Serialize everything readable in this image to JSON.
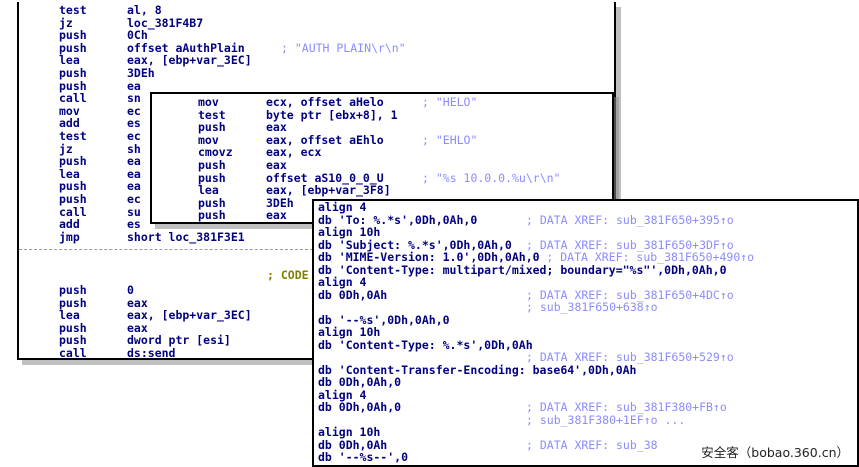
{
  "left_window": {
    "lines": [
      {
        "mnemonic": "test",
        "operand": "al, 8"
      },
      {
        "mnemonic": "jz",
        "operand": "loc_381F4B7"
      },
      {
        "mnemonic": "push",
        "operand": "0Ch"
      },
      {
        "mnemonic": "push",
        "operand": "offset aAuthPlain",
        "comment": "; \"AUTH PLAIN\\r\\n\""
      },
      {
        "mnemonic": "lea",
        "operand": "eax, [ebp+var_3EC]"
      },
      {
        "mnemonic": "push",
        "operand": "3DEh"
      },
      {
        "mnemonic": "push",
        "operand": "ea"
      },
      {
        "mnemonic": "call",
        "operand": "sn"
      },
      {
        "mnemonic": "mov",
        "operand": "ec"
      },
      {
        "mnemonic": "add",
        "operand": "es"
      },
      {
        "mnemonic": "test",
        "operand": "ec"
      },
      {
        "mnemonic": "jz",
        "operand": "sh"
      },
      {
        "mnemonic": "push",
        "operand": "ea"
      },
      {
        "mnemonic": "lea",
        "operand": "ea"
      },
      {
        "mnemonic": "push",
        "operand": "ea"
      },
      {
        "mnemonic": "push",
        "operand": "ec"
      },
      {
        "mnemonic": "call",
        "operand": "su"
      },
      {
        "mnemonic": "add",
        "operand": "es"
      },
      {
        "mnemonic": "jmp",
        "operand": "short loc_381F3E1"
      }
    ],
    "code_label": "; CODE",
    "bottom_lines": [
      {
        "mnemonic": "push",
        "operand": "0"
      },
      {
        "mnemonic": "push",
        "operand": "eax"
      },
      {
        "mnemonic": "lea",
        "operand": "eax, [ebp+var_3EC]"
      },
      {
        "mnemonic": "push",
        "operand": "eax"
      },
      {
        "mnemonic": "push",
        "operand": "dword ptr [esi]"
      },
      {
        "mnemonic": "call",
        "operand": "ds:send"
      }
    ]
  },
  "middle_window": {
    "lines": [
      {
        "mnemonic": "mov",
        "operand": "ecx, offset aHelo",
        "comment": "; \"HELO\""
      },
      {
        "mnemonic": "test",
        "operand": "byte ptr [ebx+8], 1"
      },
      {
        "mnemonic": "push",
        "operand": "eax"
      },
      {
        "mnemonic": "mov",
        "operand": "eax, offset aEhlo",
        "comment": "; \"EHLO\""
      },
      {
        "mnemonic": "cmovz",
        "operand": "eax, ecx"
      },
      {
        "mnemonic": "push",
        "operand": "eax"
      },
      {
        "mnemonic": "push",
        "operand": "offset aS10_0_0_U",
        "comment": "; \"%s 10.0.0.%u\\r\\n\""
      },
      {
        "mnemonic": "lea",
        "operand": "eax, [ebp+var_3F8]"
      },
      {
        "mnemonic": "push",
        "operand": "3DEh"
      },
      {
        "mnemonic": "push",
        "operand": "eax"
      }
    ]
  },
  "right_window": {
    "lines": [
      {
        "code": "align 4"
      },
      {
        "code": "db 'To: %.*s',0Dh,0Ah,0",
        "comment": "; DATA XREF: sub_381F650+395↑o"
      },
      {
        "code": "align 10h"
      },
      {
        "code": "db 'Subject: %.*s',0Dh,0Ah,0",
        "comment": "; DATA XREF: sub_381F650+3DF↑o"
      },
      {
        "code": "db 'MIME-Version: 1.0',0Dh,0Ah,0",
        "comment": "; DATA XREF: sub_381F650+490↑o"
      },
      {
        "code": "db 'Content-Type: multipart/mixed; boundary=\"%s\"',0Dh,0Ah,0"
      },
      {
        "code": "align 4"
      },
      {
        "code": "db 0Dh,0Ah",
        "comment": "; DATA XREF: sub_381F650+4DC↑o"
      },
      {
        "code": "",
        "comment": "; sub_381F650+638↑o"
      },
      {
        "code": "db '--%s',0Dh,0Ah,0"
      },
      {
        "code": "align 10h"
      },
      {
        "code": "db 'Content-Type: %.*s',0Dh,0Ah"
      },
      {
        "code": "",
        "comment": "; DATA XREF: sub_381F650+529↑o"
      },
      {
        "code": "db 'Content-Transfer-Encoding: base64',0Dh,0Ah"
      },
      {
        "code": "db 0Dh,0Ah,0"
      },
      {
        "code": "align 4"
      },
      {
        "code": "db 0Dh,0Ah,0",
        "comment": "; DATA XREF: sub_381F380+FB↑o"
      },
      {
        "code": "",
        "comment": "; sub_381F380+1EF↑o ..."
      },
      {
        "code": "align 10h"
      },
      {
        "code": "db 0Dh,0Ah",
        "comment": "; DATA XREF: sub_38"
      },
      {
        "code": "db '--%s--',0"
      }
    ]
  },
  "watermark": "安全客（bobao.360.cn）",
  "colors": {
    "code": "#000080",
    "comment": "#8c8cff",
    "border": "#000000"
  }
}
